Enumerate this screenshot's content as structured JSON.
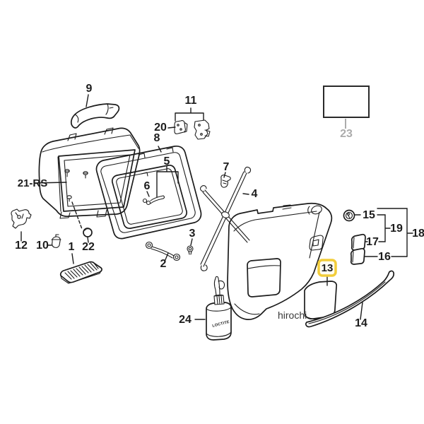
{
  "diagram": {
    "watermark": "hirochi",
    "bottle_text": "LOCTITE",
    "highlighted_part": "13",
    "colors": {
      "line": "#1c1c1c",
      "background": "#ffffff",
      "highlight_border": "#f2cd3a",
      "highlight_fill": "#fffdf2",
      "muted_label": "#ababab"
    },
    "part_labels": {
      "p1": "1",
      "p2": "2",
      "p3": "3",
      "p4": "4",
      "p5": "5",
      "p6": "6",
      "p7": "7",
      "p8": "8",
      "p9": "9",
      "p10": "10",
      "p11": "11",
      "p12": "12",
      "p13": "13",
      "p14": "14",
      "p15": "15",
      "p16": "16",
      "p17": "17",
      "p18": "18",
      "p19": "19",
      "p20": "20",
      "p21": "21-RS",
      "p22": "22",
      "p23": "23",
      "p24": "24"
    }
  }
}
